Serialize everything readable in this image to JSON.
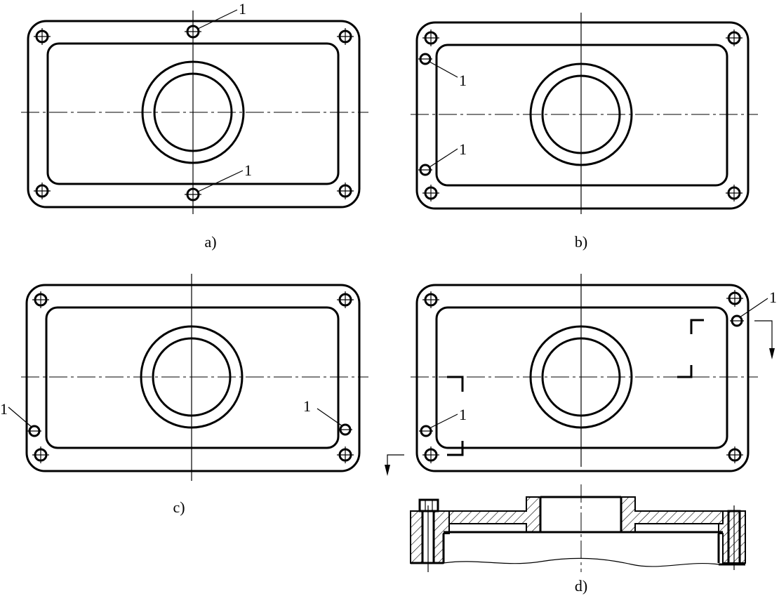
{
  "figure": {
    "panels": [
      {
        "id": "a",
        "caption": "a)",
        "callouts": [
          "1",
          "1"
        ]
      },
      {
        "id": "b",
        "caption": "b)",
        "callouts": [
          "1",
          "1"
        ]
      },
      {
        "id": "c",
        "caption": "c)",
        "callouts": [
          "1",
          "1"
        ]
      },
      {
        "id": "d",
        "caption": "d)",
        "callouts": [
          "1",
          "1"
        ]
      }
    ]
  }
}
